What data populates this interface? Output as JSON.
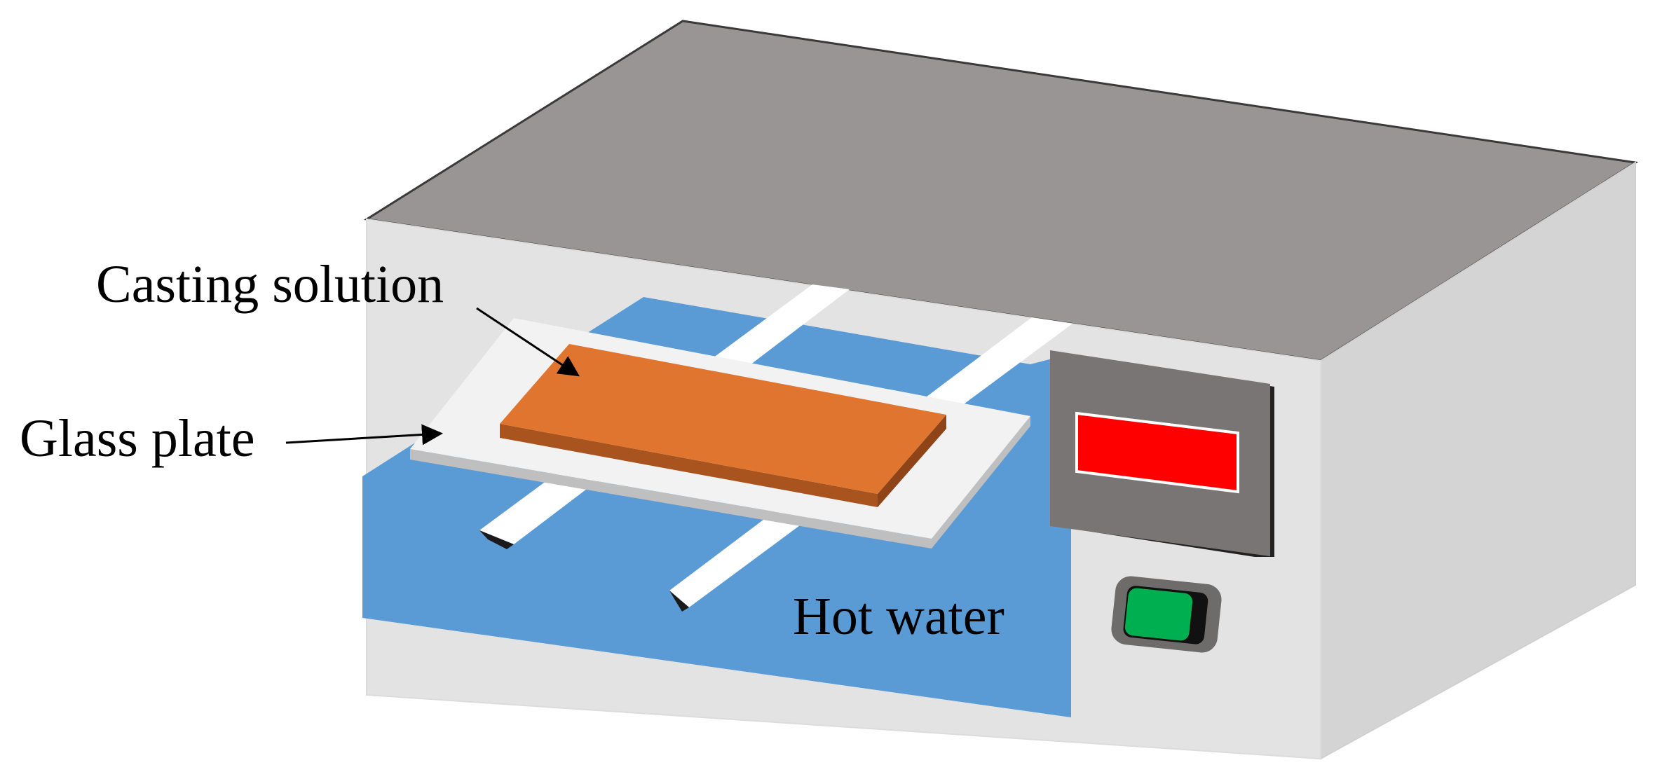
{
  "labels": {
    "casting_solution": "Casting solution",
    "glass_plate": "Glass plate",
    "hot_water": "Hot water"
  },
  "colors": {
    "box_top": "#9A9595",
    "box_front": "#E3E3E3",
    "box_side": "#D4D4D4",
    "water": "#5B9BD5",
    "rail": "#FFFFFF",
    "glass_plate": "#F2F2F2",
    "glass_plate_edge": "#BFBFBF",
    "casting_solution": "#E07530",
    "casting_solution_edge": "#A9541E",
    "display_panel": "#7A7575",
    "display_screen": "#FF0000",
    "switch_housing": "#6E6B6B",
    "switch_button": "#00B050"
  },
  "icons": {
    "temperature_display": "display-icon",
    "power_switch": "switch-icon"
  }
}
